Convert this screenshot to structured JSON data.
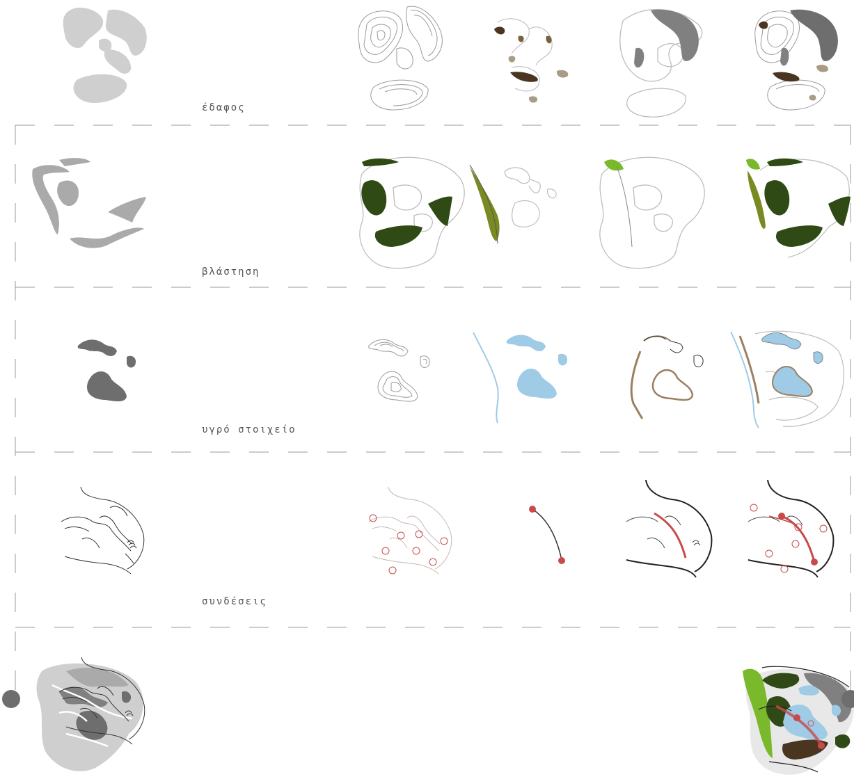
{
  "layers": {
    "soil": {
      "label": "έδαφος"
    },
    "vegetation": {
      "label": "βλάστηση"
    },
    "water": {
      "label": "υγρό στοιχείο"
    },
    "connections": {
      "label": "συνδέσεις"
    }
  },
  "colors": {
    "soil_grey": "#cfcfcf",
    "soil_dark": "#4a3520",
    "soil_brown": "#7a6240",
    "soil_khaki": "#a89c85",
    "contour": "#9a9a9a",
    "hill_grey": "#808080",
    "forest": "#2f4a14",
    "olive": "#7a8a22",
    "lime": "#7ab82c",
    "veg_grey": "#aaaaaa",
    "water_blue": "#9fcbe6",
    "water_dark": "#6e6e6e",
    "bank_brown": "#9a8060",
    "link_red": "#c84a4a",
    "outline": "#b8b8b8",
    "dash": "#999999",
    "node": "#6e6e6e"
  }
}
